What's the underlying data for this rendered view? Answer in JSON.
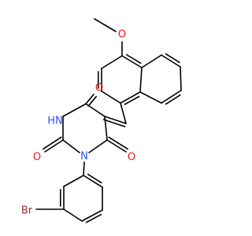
{
  "colors": {
    "bond": "#000000",
    "oxygen": "#ff0d0d",
    "nitrogen": "#3050f8",
    "bromine": "#a62929"
  },
  "atoms": {
    "methoxy_o": "O",
    "o4": "O",
    "o2": "O",
    "o6": "O",
    "n3h": "HN",
    "n1": "N",
    "br": "Br"
  }
}
